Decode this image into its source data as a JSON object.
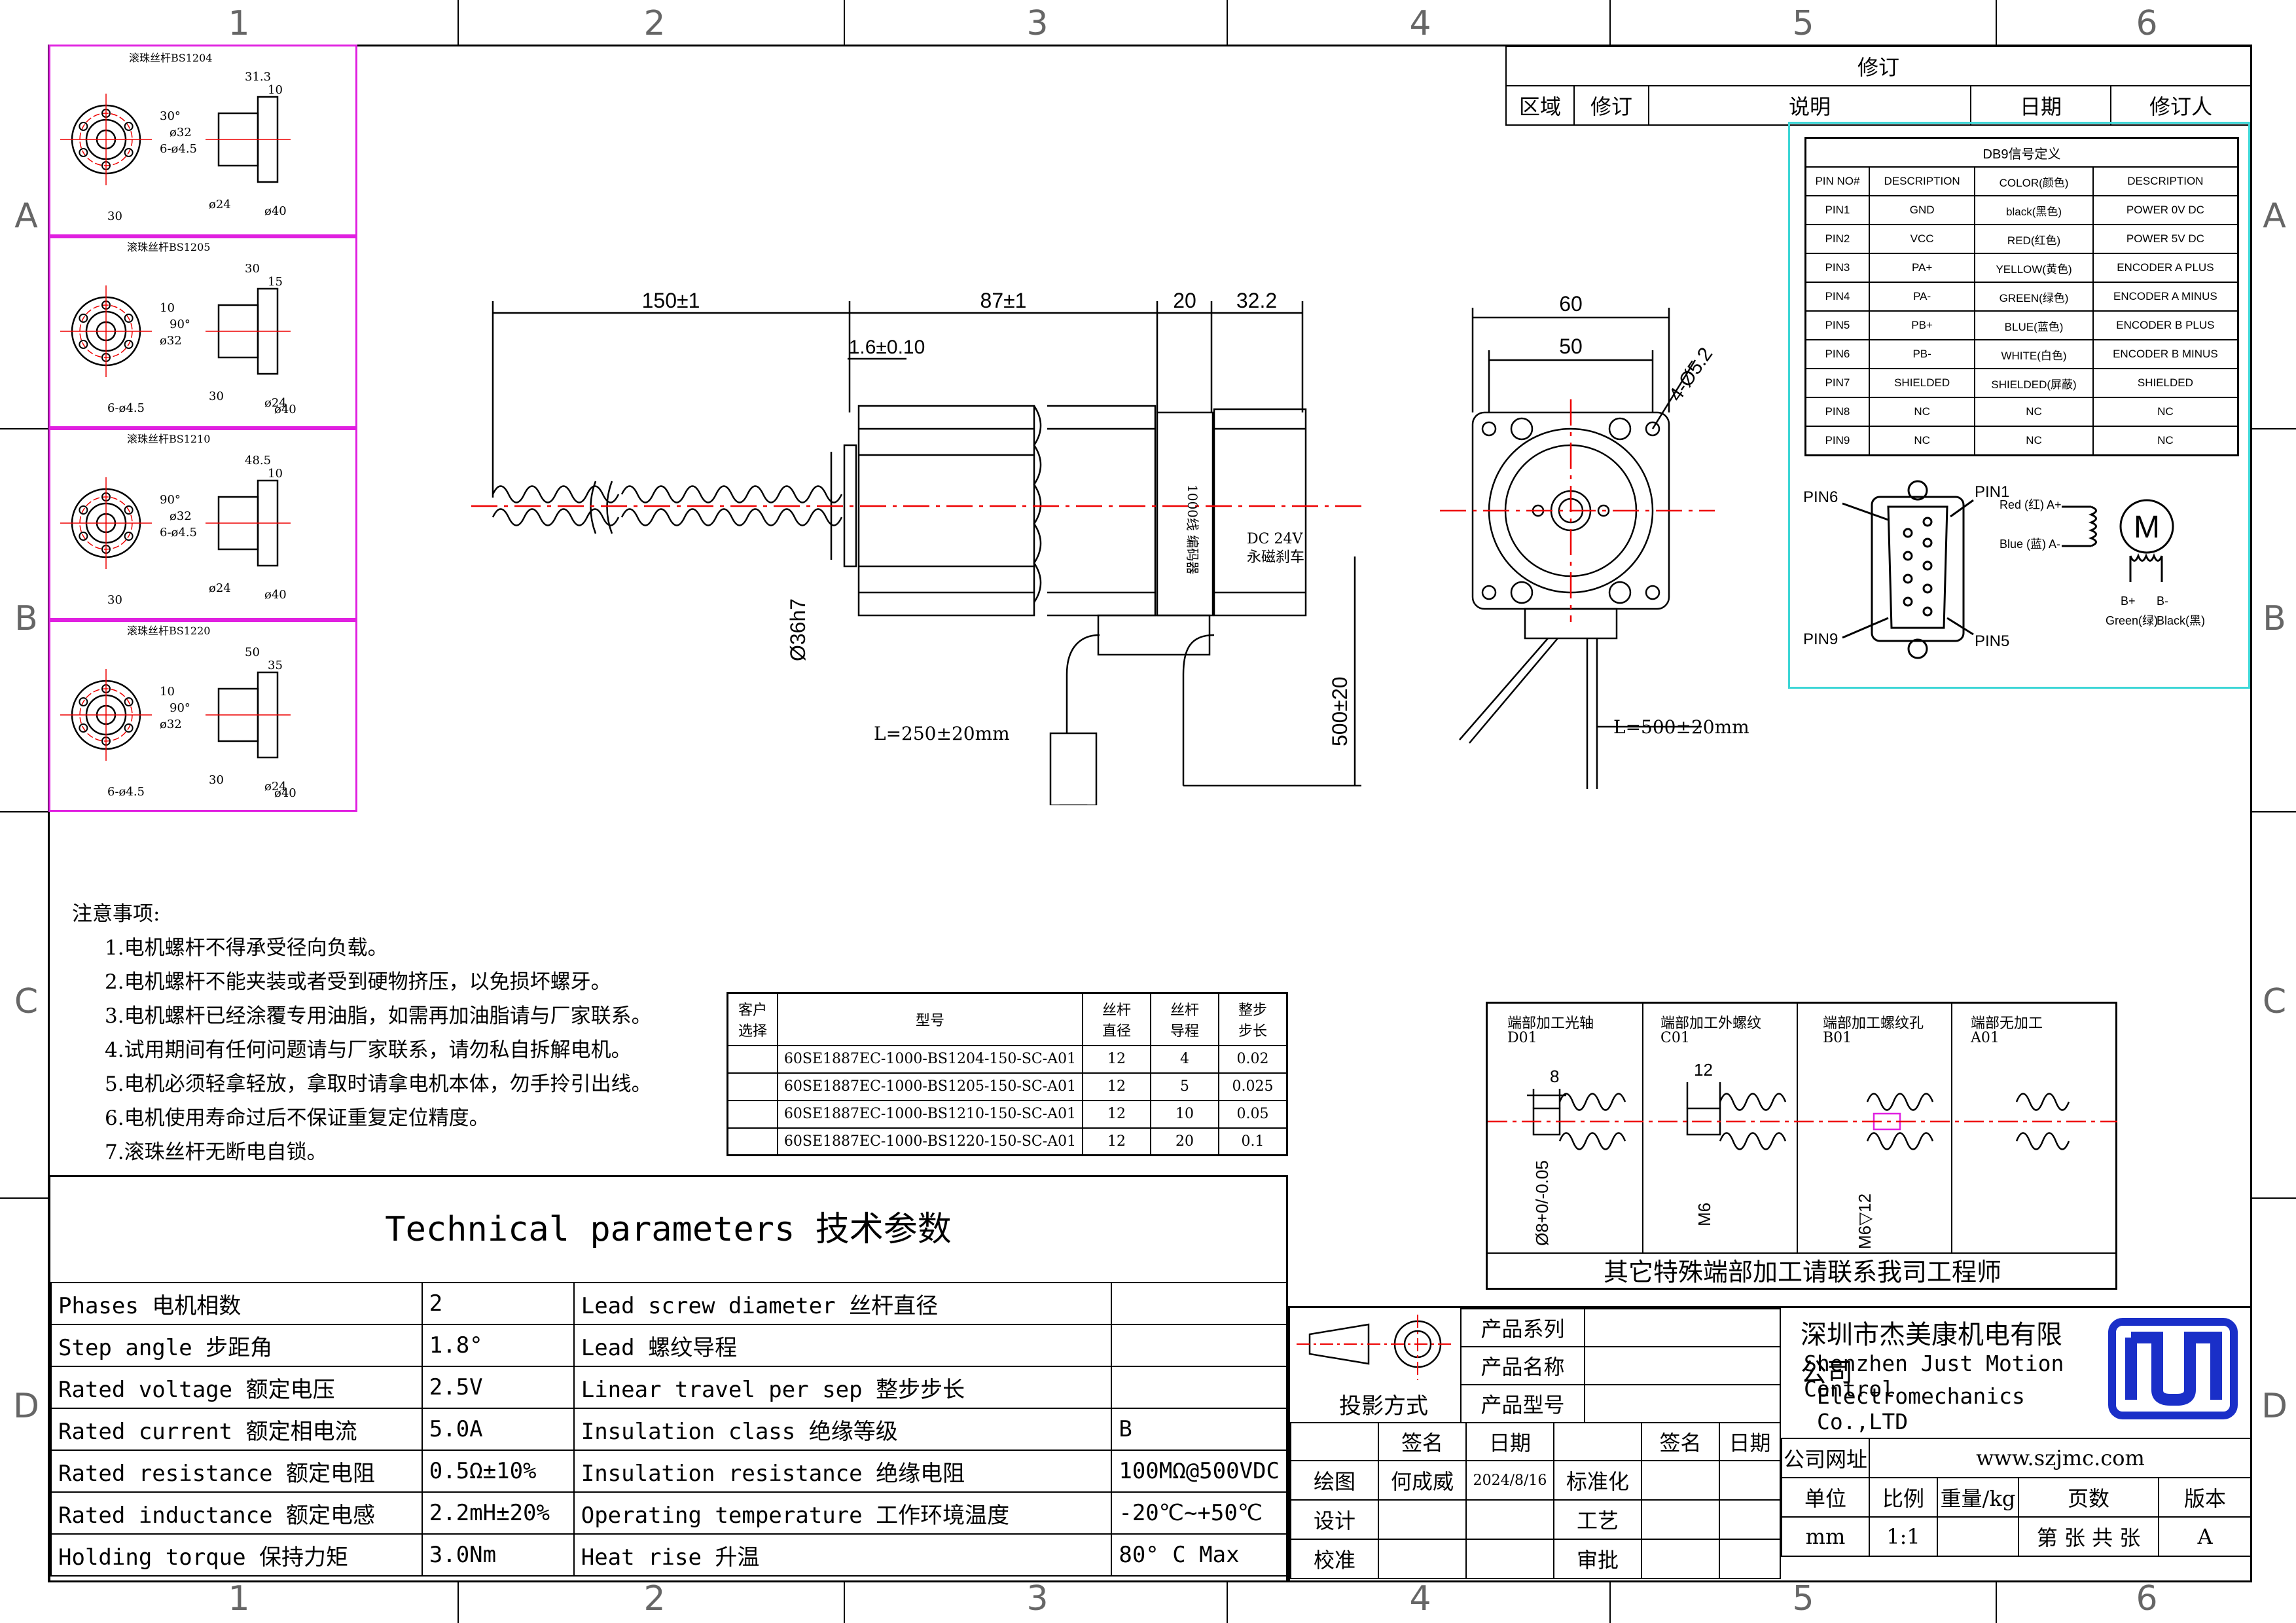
{
  "zones": {
    "cols": [
      "1",
      "2",
      "3",
      "4",
      "5",
      "6"
    ],
    "rows": [
      "A",
      "B",
      "C",
      "D"
    ]
  },
  "revision": {
    "title": "修订",
    "headers": [
      "区域",
      "修订",
      "说明",
      "日期",
      "修订人"
    ]
  },
  "db9": {
    "title": "DB9信号定义",
    "headers": [
      "PIN NO#",
      "DESCRIPTION",
      "COLOR(颜色)",
      "DESCRIPTION"
    ],
    "rows": [
      [
        "PIN1",
        "GND",
        "black(黑色)",
        "POWER 0V DC"
      ],
      [
        "PIN2",
        "VCC",
        "RED(红色)",
        "POWER 5V DC"
      ],
      [
        "PIN3",
        "PA+",
        "YELLOW(黄色)",
        "ENCODER A PLUS"
      ],
      [
        "PIN4",
        "PA-",
        "GREEN(绿色)",
        "ENCODER A MINUS"
      ],
      [
        "PIN5",
        "PB+",
        "BLUE(蓝色)",
        "ENCODER B PLUS"
      ],
      [
        "PIN6",
        "PB-",
        "WHITE(白色)",
        "ENCODER B MINUS"
      ],
      [
        "PIN7",
        "SHIELDED",
        "SHIELDED(屏蔽)",
        "SHIELDED"
      ],
      [
        "PIN8",
        "NC",
        "NC",
        "NC"
      ],
      [
        "PIN9",
        "NC",
        "NC",
        "NC"
      ]
    ],
    "connector_labels": [
      "PIN6",
      "PIN1",
      "PIN9",
      "PIN5"
    ],
    "coil_labels": [
      "Red (红) A+",
      "Blue (蓝) A-",
      "B+",
      "B-",
      "Green(绿)",
      "Black(黑)"
    ],
    "motor_symbol": "M"
  },
  "ballscrews": [
    {
      "title": "滚珠丝杆BS1204",
      "dims": [
        "31.3",
        "10",
        "30°",
        "ø32",
        "6-ø4.5",
        "30",
        "ø24",
        "ø40"
      ]
    },
    {
      "title": "滚珠丝杆BS1205",
      "dims": [
        "30",
        "15",
        "10",
        "90°",
        "ø32",
        "6-ø4.5",
        "30",
        "ø24",
        "ø40"
      ]
    },
    {
      "title": "滚珠丝杆BS1210",
      "dims": [
        "48.5",
        "10",
        "90°",
        "ø32",
        "6-ø4.5",
        "30",
        "ø24",
        "ø40"
      ]
    },
    {
      "title": "滚珠丝杆BS1220",
      "dims": [
        "50",
        "35",
        "10",
        "90°",
        "ø32",
        "6-ø4.5",
        "30",
        "ø24",
        "ø40"
      ]
    }
  ],
  "side_view": {
    "dims": [
      "150±1",
      "87±1",
      "20",
      "32.2",
      "1.6±0.10",
      "Ø36h7",
      "500±20"
    ],
    "cable_left": "L=250±20mm",
    "encoder_label": "1000线 编码器",
    "brake_label_1": "DC 24V",
    "brake_label_2": "永磁刹车"
  },
  "front_view": {
    "dims": [
      "60",
      "50",
      "4-Ø5.2"
    ],
    "cable": "L=500±20mm"
  },
  "notes": {
    "title": "注意事项:",
    "items": [
      "1.电机螺杆不得承受径向负载。",
      "2.电机螺杆不能夹装或者受到硬物挤压，以免损坏螺牙。",
      "3.电机螺杆已经涂覆专用油脂，如需再加油脂请与厂家联系。",
      "4.试用期间有任何问题请与厂家联系，请勿私自拆解电机。",
      "5.电机必须轻拿轻放，拿取时请拿电机本体，勿手拎引出线。",
      "6.电机使用寿命过后不保证重复定位精度。",
      "7.滚珠丝杆无断电自锁。"
    ]
  },
  "models": {
    "headers": [
      "客户\n选择",
      "型号",
      "丝杆\n直径",
      "丝杆\n导程",
      "整步\n步长"
    ],
    "rows": [
      [
        "",
        "60SE1887EC-1000-BS1204-150-SC-A01",
        "12",
        "4",
        "0.02"
      ],
      [
        "",
        "60SE1887EC-1000-BS1205-150-SC-A01",
        "12",
        "5",
        "0.025"
      ],
      [
        "",
        "60SE1887EC-1000-BS1210-150-SC-A01",
        "12",
        "10",
        "0.05"
      ],
      [
        "",
        "60SE1887EC-1000-BS1220-150-SC-A01",
        "12",
        "20",
        "0.1"
      ]
    ]
  },
  "ends": {
    "cols": [
      {
        "title": "端部加工光轴",
        "code": "D01",
        "dims": [
          "8",
          "Ø8+0/-0.05"
        ]
      },
      {
        "title": "端部加工外螺纹",
        "code": "C01",
        "dims": [
          "12",
          "M6"
        ]
      },
      {
        "title": "端部加工螺纹孔",
        "code": "B01",
        "dims": [
          "M6▽12"
        ]
      },
      {
        "title": "端部无加工",
        "code": "A01",
        "dims": []
      }
    ],
    "footer": "其它特殊端部加工请联系我司工程师"
  },
  "tech": {
    "title": "Technical parameters 技术参数",
    "rows": [
      [
        "Phases 电机相数",
        "2",
        "Lead screw diameter 丝杆直径",
        ""
      ],
      [
        "Step angle 步距角",
        "1.8°",
        "Lead 螺纹导程",
        ""
      ],
      [
        "Rated voltage 额定电压",
        "2.5V",
        "Linear travel per sep 整步步长",
        ""
      ],
      [
        "Rated current 额定相电流",
        "5.0A",
        "Insulation class 绝缘等级",
        "B"
      ],
      [
        "Rated resistance 额定电阻",
        "0.5Ω±10%",
        "Insulation resistance 绝缘电阻",
        "100MΩ@500VDC"
      ],
      [
        "Rated inductance 额定电感",
        "2.2mH±20%",
        "Operating temperature 工作环境温度",
        "-20℃~+50℃"
      ],
      [
        "Holding torque 保持力矩",
        "3.0Nm",
        "Heat rise 升温",
        "80° C Max"
      ]
    ]
  },
  "title_block": {
    "projection": "投影方式",
    "series": "产品系列",
    "name": "产品名称",
    "model": "产品型号",
    "sign": "签名",
    "date": "日期",
    "draw": "绘图",
    "drawer": "何成威",
    "draw_date": "2024/8/16",
    "design": "设计",
    "check": "校准",
    "standard": "标准化",
    "craft": "工艺",
    "approve": "审批",
    "sign2": "签名",
    "date2": "日期",
    "company_cn": "深圳市杰美康机电有限公司",
    "company_en_1": "Shenzhen Just Motion Control",
    "company_en_2": "Electromechanics Co.,LTD",
    "website_label": "公司网址",
    "website": "www.szjmc.com",
    "unit": "单位",
    "scale": "比例",
    "weight": "重量/kg",
    "pages": "页数",
    "version": "版本",
    "unit_val": "mm",
    "scale_val": "1:1",
    "pages_val": "第 张 共 张",
    "version_val": "A"
  }
}
